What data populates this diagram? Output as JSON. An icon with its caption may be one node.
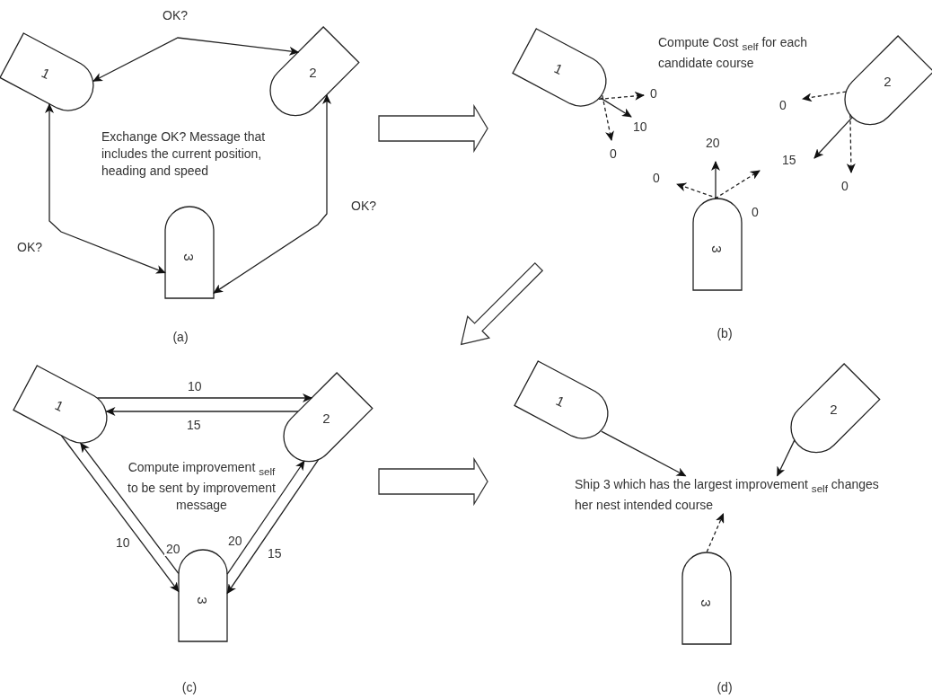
{
  "diagram": {
    "nodes": [
      {
        "text": [
          "1"
        ]
      },
      {
        "text": [
          "2"
        ]
      },
      {
        "text": [
          "3"
        ]
      },
      {
        "text": [
          "1"
        ]
      },
      {
        "text": [
          "2"
        ]
      },
      {
        "text": [
          "3"
        ]
      },
      {
        "text": [
          "1"
        ]
      },
      {
        "text": [
          "2"
        ]
      },
      {
        "text": [
          "3"
        ]
      },
      {
        "text": [
          "1"
        ]
      },
      {
        "text": [
          "2"
        ]
      },
      {
        "text": [
          "3"
        ]
      },
      {
        "text": [
          "Ship 3 which has the largest improvement $_{self}$ changes her nest intended course"
        ]
      }
    ],
    "edges": [
      {
        "from": 0,
        "to": 1,
        "arrow": "both",
        "label": "OK?"
      },
      {
        "from": 0,
        "to": 2,
        "arrow": "both",
        "label": "OK?"
      },
      {
        "from": 1,
        "to": 2,
        "arrow": "both",
        "label": "OK?"
      },
      {
        "from": 3,
        "to": null,
        "arrow": "to",
        "label": "0",
        "style": "dashed"
      },
      {
        "from": 3,
        "to": null,
        "arrow": "to",
        "label": "10"
      },
      {
        "from": 3,
        "to": null,
        "arrow": "to",
        "label": "0",
        "style": "dashed"
      },
      {
        "from": 4,
        "to": null,
        "arrow": "to",
        "label": "0",
        "style": "dashed"
      },
      {
        "from": 4,
        "to": null,
        "arrow": "to",
        "label": "15"
      },
      {
        "from": 4,
        "to": null,
        "arrow": "to",
        "label": "0",
        "style": "dashed"
      },
      {
        "from": 5,
        "to": null,
        "arrow": "to",
        "label": "0",
        "style": "dashed"
      },
      {
        "from": 5,
        "to": null,
        "arrow": "to",
        "label": "20"
      },
      {
        "from": 5,
        "to": null,
        "arrow": "to",
        "label": "0",
        "style": "dashed"
      },
      {
        "from": 6,
        "to": 7,
        "arrow": "to",
        "label": "10"
      },
      {
        "from": 7,
        "to": 6,
        "arrow": "to",
        "label": "15"
      },
      {
        "from": 8,
        "to": 6,
        "arrow": "to",
        "label": "20"
      },
      {
        "from": 6,
        "to": 8,
        "arrow": "to",
        "label": "10"
      },
      {
        "from": 8,
        "to": 7,
        "arrow": "to",
        "label": "20"
      },
      {
        "from": 7,
        "to": 8,
        "arrow": "to",
        "label": "15"
      },
      {
        "from": 9,
        "to": 12,
        "arrow": "to"
      },
      {
        "from": 10,
        "to": 12,
        "arrow": "to"
      },
      {
        "from": 11,
        "to": 12,
        "arrow": "to",
        "style": "dashed"
      }
    ],
    "labels": [
      "Exchange OK? Message that includes the current position, heading and speed",
      "Compute Cost $_{self}$ for each candidate course",
      "(a)",
      "(b)",
      "Compute improvement $_{self}$ to be sent by improvement message",
      "(c)",
      "(d)"
    ]
  }
}
